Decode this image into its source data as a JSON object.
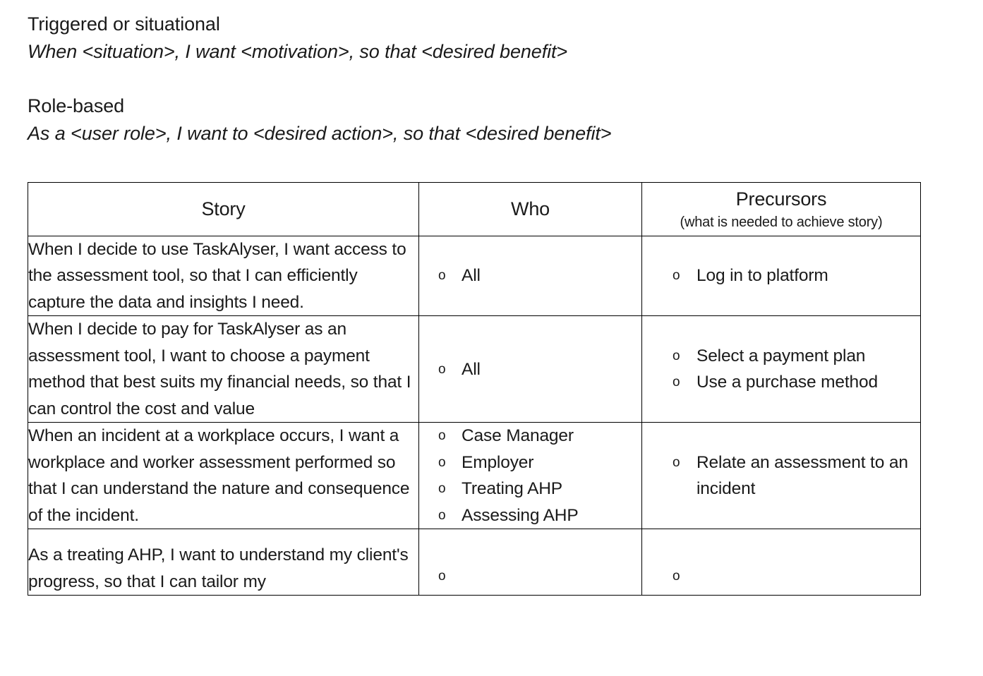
{
  "intro": [
    {
      "title": "Triggered or situational",
      "template": "When <situation>, I want <motivation>, so that <desired benefit>"
    },
    {
      "title": "Role-based",
      "template": "As a <user role>, I want to <desired action>, so that <desired benefit>"
    }
  ],
  "table": {
    "headers": {
      "story": "Story",
      "who": "Who",
      "precursors": "Precursors",
      "precursors_sub": "(what is needed to achieve story)"
    },
    "rows": [
      {
        "story": "When I decide to use TaskAlyser, I want access to the assessment tool, so that I can efficiently capture the data and insights I need.",
        "who": [
          "All"
        ],
        "precursors": [
          "Log in to platform"
        ]
      },
      {
        "story": "When I decide to pay for TaskAlyser as an assessment tool, I want to choose a payment method that best suits my financial needs, so that I can control the cost and value",
        "who": [
          "All"
        ],
        "precursors": [
          "Select a payment plan",
          "Use a purchase method"
        ]
      },
      {
        "story": "When an incident at a workplace occurs, I want a workplace and worker assessment performed so that I can understand the nature and consequence of the incident.",
        "who": [
          "Case Manager",
          "Employer",
          "Treating AHP",
          "Assessing AHP"
        ],
        "precursors": [
          "Relate an assessment to an incident"
        ]
      },
      {
        "story": "As a treating AHP, I want to understand my client's progress, so that I can tailor my",
        "who": [
          ""
        ],
        "precursors": [
          ""
        ]
      }
    ],
    "bullet_marker": "o"
  }
}
